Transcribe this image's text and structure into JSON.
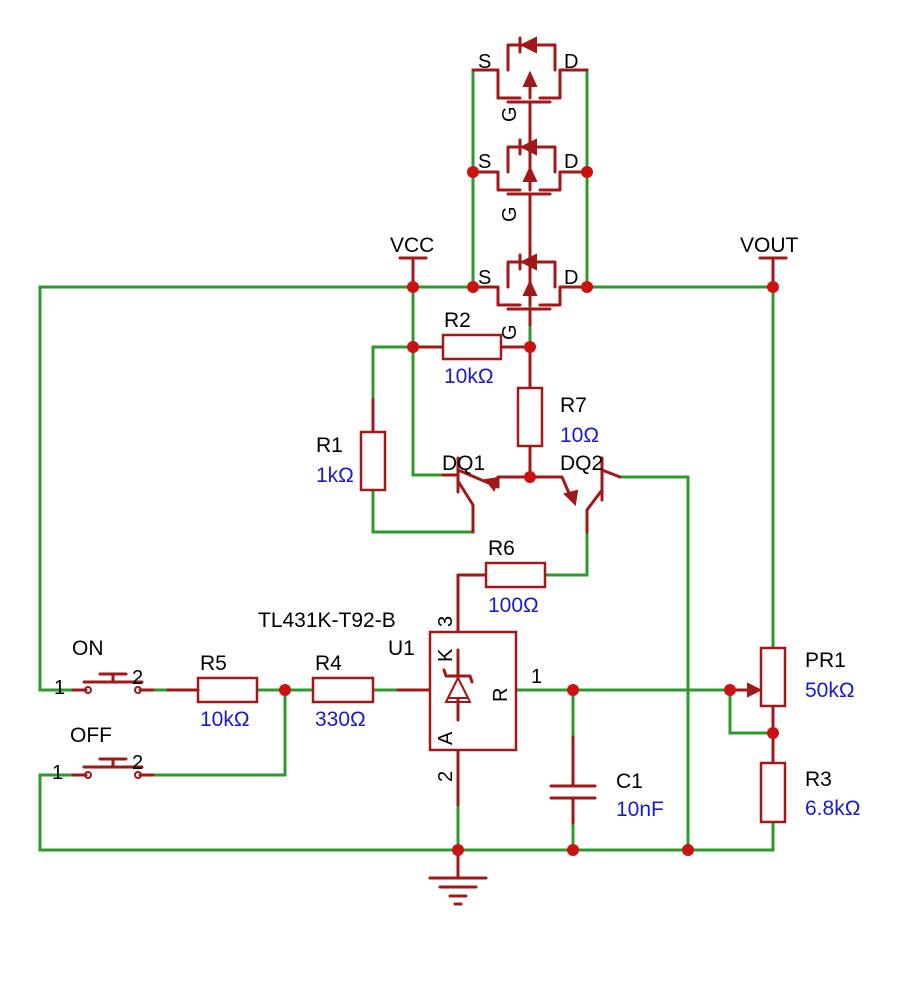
{
  "nets": {
    "vcc": "VCC",
    "vout": "VOUT"
  },
  "components": {
    "r1": {
      "ref": "R1",
      "value": "1kΩ"
    },
    "r2": {
      "ref": "R2",
      "value": "10kΩ"
    },
    "r3": {
      "ref": "R3",
      "value": "6.8kΩ"
    },
    "r4": {
      "ref": "R4",
      "value": "330Ω"
    },
    "r5": {
      "ref": "R5",
      "value": "10kΩ"
    },
    "r6": {
      "ref": "R6",
      "value": "100Ω"
    },
    "r7": {
      "ref": "R7",
      "value": "10Ω"
    },
    "pr1": {
      "ref": "PR1",
      "value": "50kΩ"
    },
    "c1": {
      "ref": "C1",
      "value": "10nF"
    },
    "dq1": {
      "ref": "DQ1"
    },
    "dq2": {
      "ref": "DQ2"
    },
    "u1": {
      "ref": "U1",
      "part": "TL431K-T92-B",
      "pins": {
        "k_num": "3",
        "a_num": "2",
        "r_num": "1",
        "k": "K",
        "a": "A",
        "r": "R"
      }
    },
    "sw_on": {
      "ref": "ON",
      "pin1": "1",
      "pin2": "2"
    },
    "sw_off": {
      "ref": "OFF",
      "pin1": "1",
      "pin2": "2"
    },
    "mosfets": [
      {
        "s": "S",
        "g": "G",
        "d": "D"
      },
      {
        "s": "S",
        "g": "G",
        "d": "D"
      },
      {
        "s": "S",
        "g": "G",
        "d": "D"
      }
    ]
  },
  "colors": {
    "wire": "#2e9a2e",
    "component": "#a01818",
    "junction": "#cc1111",
    "value_text": "#1a1ac8"
  }
}
